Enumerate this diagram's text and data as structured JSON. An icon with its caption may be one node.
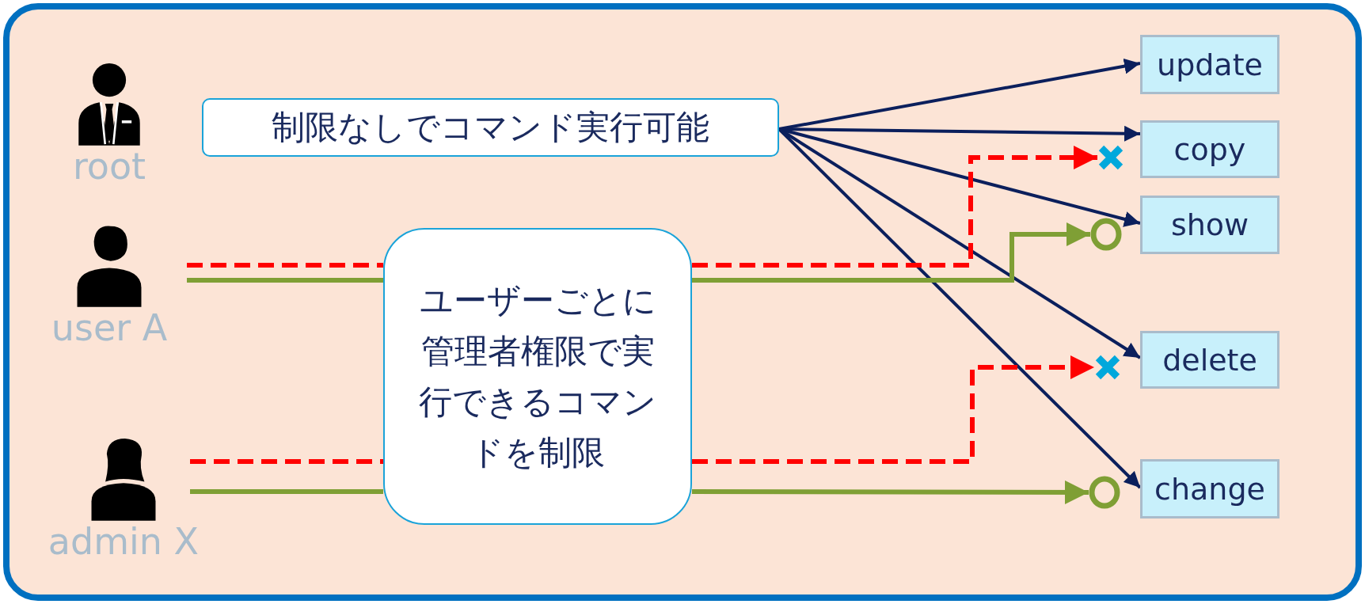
{
  "diagram": {
    "nodes": [
      {
        "text": [
          "root"
        ]
      },
      {
        "text": [
          "制限なしでコマンド実行可能"
        ]
      },
      {
        "text": [
          "user A"
        ]
      },
      {
        "text": [
          "ユーザーごとに管理者権限で実行できるコマンドを制限"
        ]
      },
      {
        "text": [
          "admin X"
        ]
      },
      {
        "text": [
          "update"
        ]
      },
      {
        "text": [
          "copy"
        ]
      },
      {
        "text": [
          "show"
        ]
      },
      {
        "text": [
          "delete"
        ]
      },
      {
        "text": [
          "change"
        ]
      },
      {
        "text": [],
        "shape": "cross"
      },
      {
        "text": [],
        "shape": "circle"
      },
      {
        "text": [],
        "shape": "cross"
      },
      {
        "text": [],
        "shape": "circle"
      }
    ],
    "edges": [
      {
        "from": 1,
        "to": 5,
        "arrow": "to"
      },
      {
        "from": 1,
        "to": 6,
        "arrow": "to"
      },
      {
        "from": 1,
        "to": 7,
        "arrow": "to"
      },
      {
        "from": 1,
        "to": 8,
        "arrow": "to"
      },
      {
        "from": 1,
        "to": 9,
        "arrow": "to"
      },
      {
        "from": 2,
        "to": 3,
        "arrow": "none",
        "style": "dashed",
        "color": "#ff0000"
      },
      {
        "from": 2,
        "to": 3,
        "arrow": "none",
        "color": "#7f9f35"
      },
      {
        "from": 3,
        "to": 10,
        "arrow": "to",
        "style": "dashed",
        "color": "#ff0000"
      },
      {
        "from": 3,
        "to": 11,
        "arrow": "to",
        "color": "#7f9f35"
      },
      {
        "from": 4,
        "to": 3,
        "arrow": "none",
        "style": "dashed",
        "color": "#ff0000"
      },
      {
        "from": 4,
        "to": 3,
        "arrow": "none",
        "color": "#7f9f35"
      },
      {
        "from": 3,
        "to": 12,
        "arrow": "to",
        "style": "dashed",
        "color": "#ff0000"
      },
      {
        "from": 3,
        "to": 13,
        "arrow": "to",
        "color": "#7f9f35"
      }
    ]
  }
}
